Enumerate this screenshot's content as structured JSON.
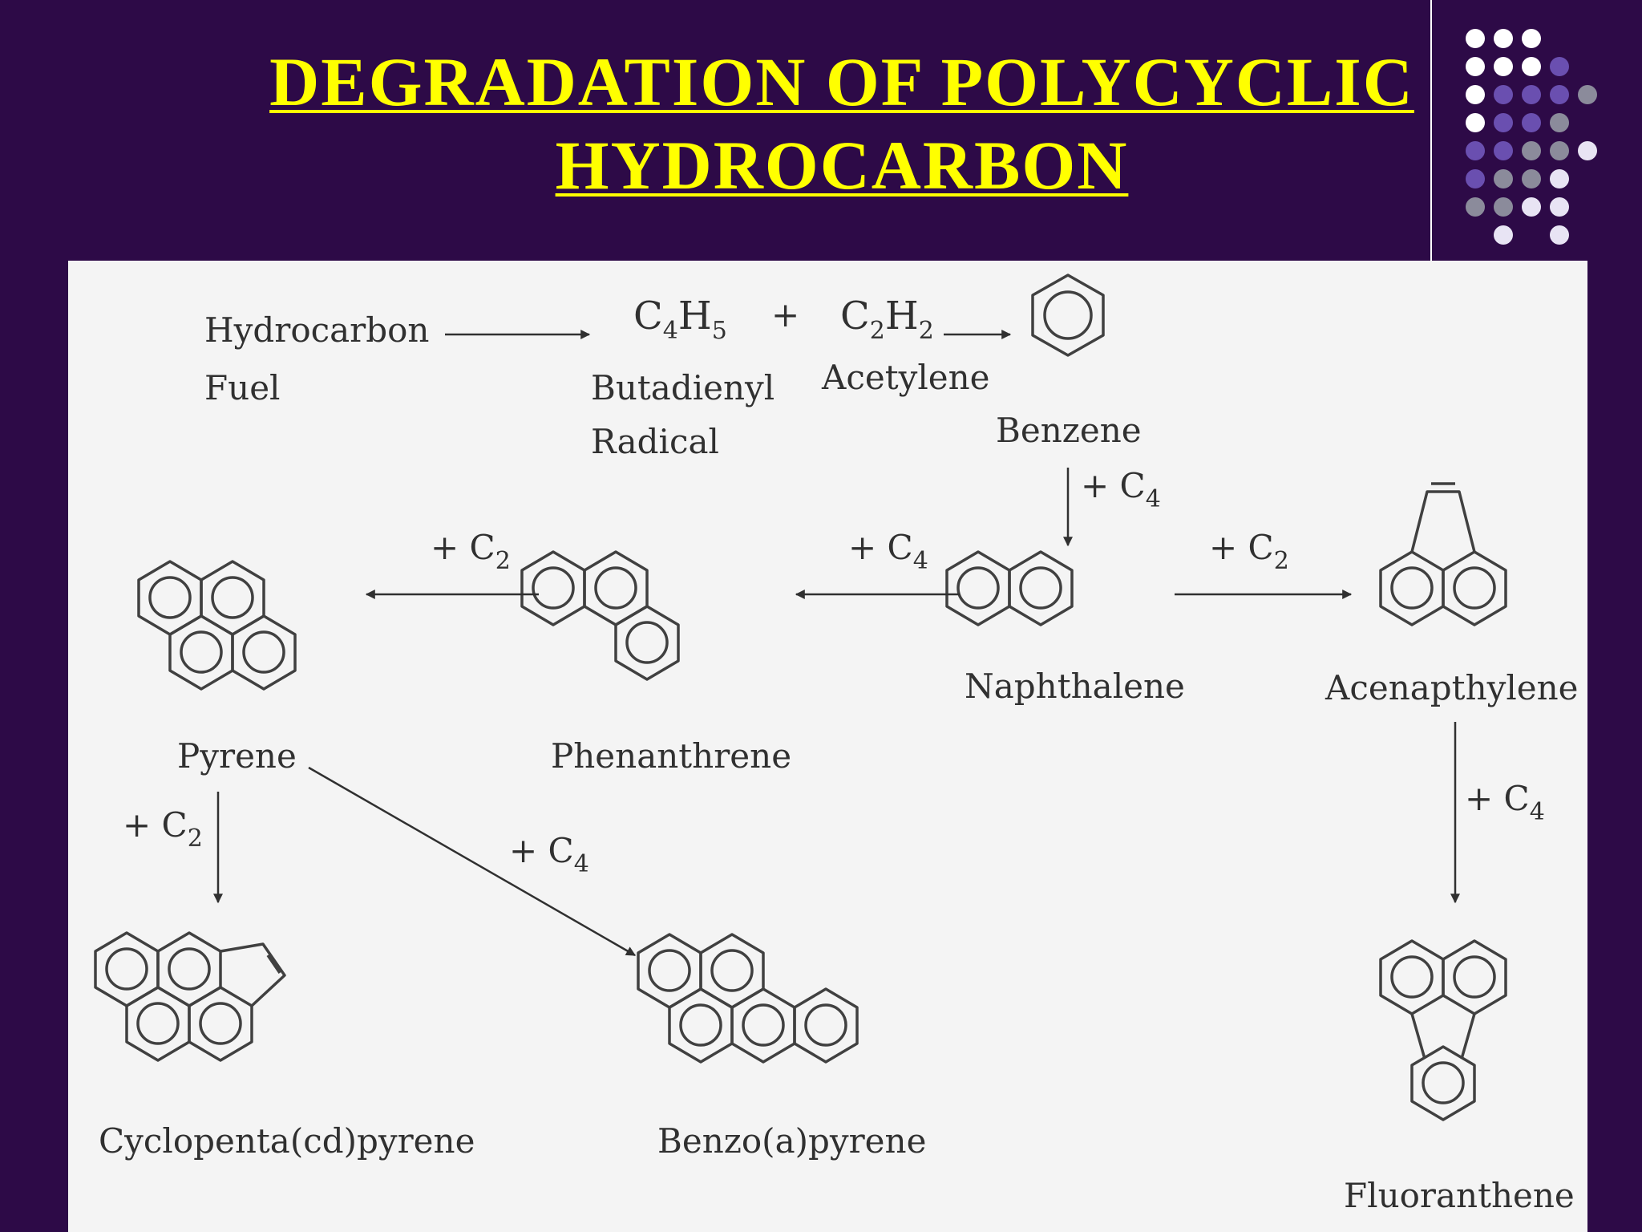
{
  "title": {
    "line1": "DEGRADATION OF POLYCYCLIC",
    "line2": "HYDROCARBON"
  },
  "colors": {
    "background": "#2d0a47",
    "title": "#ffff00",
    "panel": "#f4f4f4",
    "ink": "#303030"
  },
  "labels": {
    "hydrocarbon": "Hydrocarbon",
    "fuel": "Fuel",
    "butadienyl": "Butadienyl",
    "radical": "Radical",
    "acetylene": "Acetylene",
    "benzene": "Benzene",
    "naphthalene": "Naphthalene",
    "acenapthylene": "Acenapthylene",
    "phenanthrene": "Phenanthrene",
    "pyrene": "Pyrene",
    "cyclopenta": "Cyclopenta(cd)pyrene",
    "benzopyrene": "Benzo(a)pyrene",
    "fluoranthene": "Fluoranthene"
  },
  "formulas": {
    "c4h5": {
      "c": "C",
      "n4": "4",
      "h": "H",
      "n5": "5"
    },
    "c2h2": {
      "c": "C",
      "n2a": "2",
      "h": "H",
      "n2b": "2"
    },
    "plus": "+"
  },
  "steps": {
    "benzene_to_naph": {
      "plus": "+ C",
      "n": "4"
    },
    "naph_to_phen": {
      "plus": "+ C",
      "n": "4"
    },
    "naph_to_acen": {
      "plus": "+ C",
      "n": "2"
    },
    "phen_to_pyrene": {
      "plus": "+ C",
      "n": "2"
    },
    "acen_to_fluor": {
      "plus": "+ C",
      "n": "4"
    },
    "pyrene_to_cyclo": {
      "plus": "+ C",
      "n": "2"
    },
    "pyrene_to_bap": {
      "plus": "+ C",
      "n": "4"
    }
  }
}
